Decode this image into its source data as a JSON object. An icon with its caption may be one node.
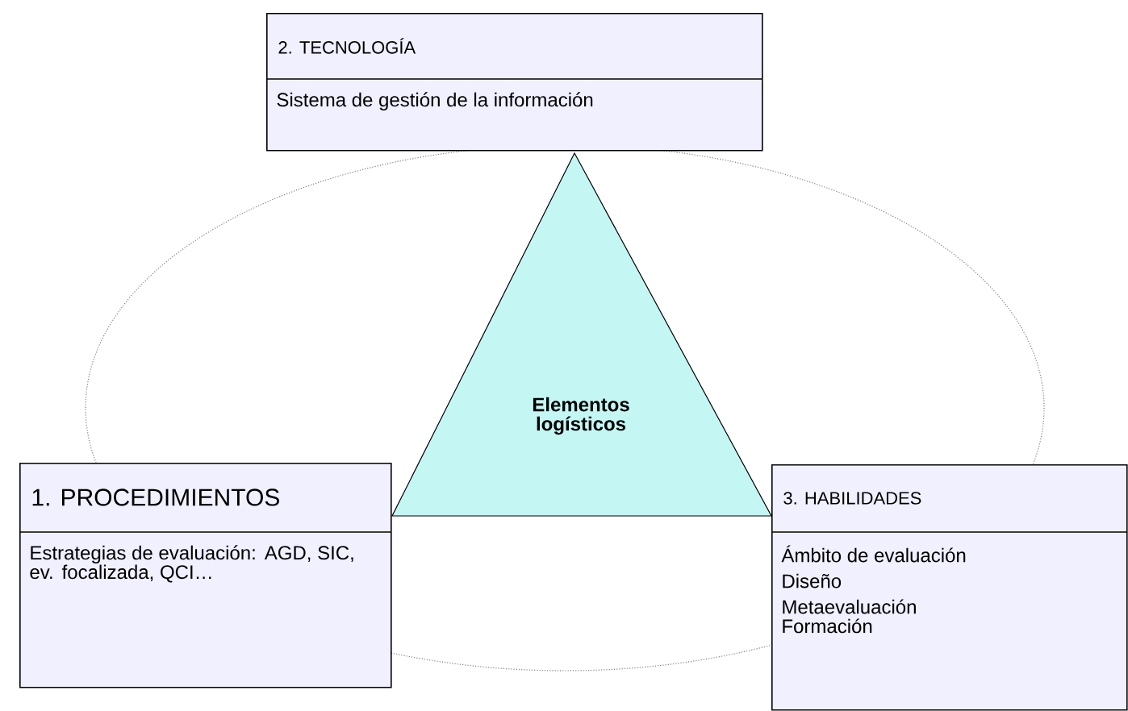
{
  "diagram": {
    "nodes": [
      {
        "text": [
          "2. TECNOLOGÍA",
          "Sistema de gestión de la información"
        ]
      },
      {
        "text": [
          "Elementos logísticos"
        ]
      },
      {
        "text": [
          "1. PROCEDIMIENTOS",
          "Estrategias de evaluación: AGD, SIC, ev. focalizada, QCI…"
        ]
      },
      {
        "text": [
          "3. HABILIDADES",
          "Ámbito de evaluación",
          "Diseño",
          "Metaevaluación",
          "Formación"
        ]
      }
    ]
  }
}
